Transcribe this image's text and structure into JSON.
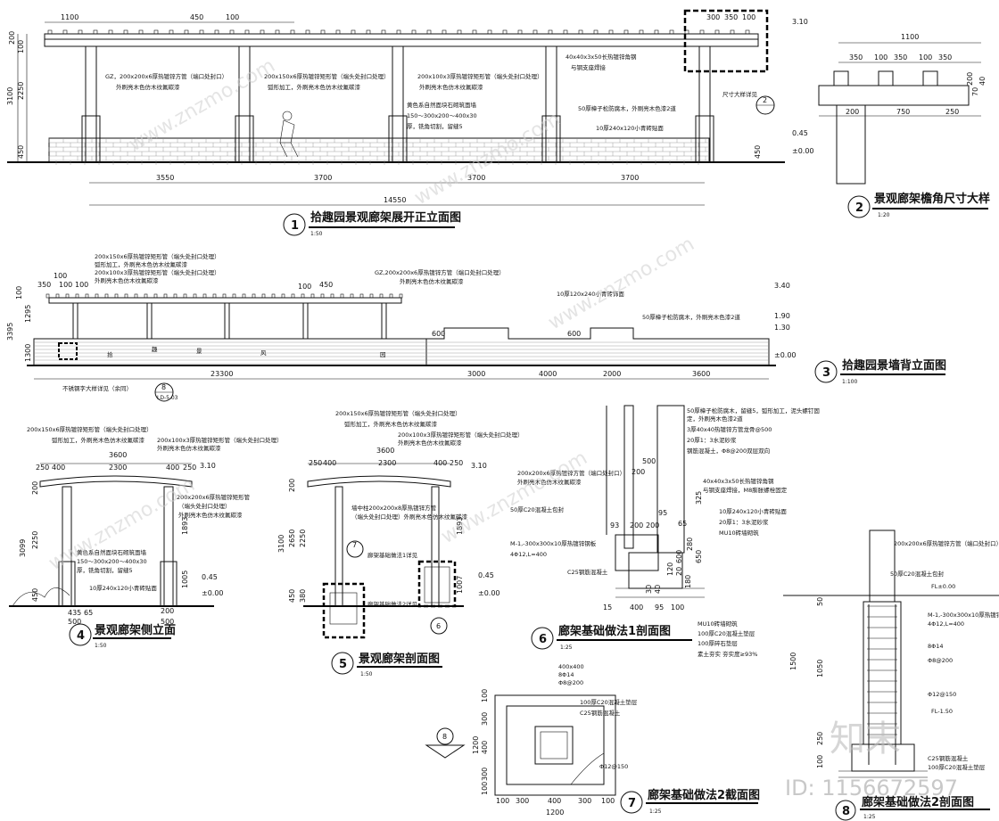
{
  "titles": [
    {
      "num": "1",
      "text": "拾趣园景观廊架展开正立面图",
      "scale": "1:50"
    },
    {
      "num": "2",
      "text": "景观廊架檐角尺寸大样",
      "scale": "1:20"
    },
    {
      "num": "3",
      "text": "拾趣园景墙背立面图",
      "scale": "1:100"
    },
    {
      "num": "4",
      "text": "景观廊架侧立面",
      "scale": "1:50"
    },
    {
      "num": "5",
      "text": "景观廊架剖面图",
      "scale": "1:50"
    },
    {
      "num": "6",
      "text": "廊架基础做法1剖面图",
      "scale": "1:25"
    },
    {
      "num": "7",
      "text": "廊架基础做法2截面图",
      "scale": "1:25"
    },
    {
      "num": "8",
      "text": "廊架基础做法2剖面图",
      "scale": "1:25"
    }
  ],
  "elev1": {
    "dims_bottom": [
      "3550",
      "3700",
      "3700",
      "3700",
      "14550"
    ],
    "dims_top": [
      "1100",
      "450",
      "100",
      "300",
      "350",
      "100"
    ],
    "dims_left": [
      "200",
      "100",
      "3100",
      "2250",
      "450"
    ],
    "levels": [
      "3.10",
      "0.45",
      "±0.00",
      "450"
    ],
    "notes": [
      "GZ，200x200x6厚热镀锌方管（端口处封口）",
      "外刷亮木色仿木纹氟碳漆",
      "200x150x6厚热镀锌矩形管（端头处封口处理）",
      "弧形加工，外刷亮木色仿木纹氟碳漆",
      "200x100x3厚热镀锌矩形管（端头处封口处理）",
      "外刷亮木色仿木纹氟碳漆",
      "40x40x3x50长热镀锌角钢",
      "与钢支座焊接",
      "尺寸大样详见",
      "黄色系自然面块石砌筑面墙",
      "150～300x200～400x30",
      "厚，铣角切割，留缝5",
      "50厚樟子松防腐木，外刷亮木色漆2道",
      "10厚240x120小青砖贴面"
    ],
    "callout": "2"
  },
  "detail2": {
    "dims": [
      "1100",
      "350",
      "100",
      "350",
      "100",
      "350",
      "200",
      "750",
      "250",
      "70",
      "200",
      "40"
    ]
  },
  "elev3": {
    "dims_bottom": [
      "23300",
      "3000",
      "4000",
      "2000",
      "3600"
    ],
    "dims_top": [
      "100",
      "350",
      "100",
      "100",
      "100",
      "450"
    ],
    "dims_left": [
      "100",
      "1295",
      "3395",
      "1300"
    ],
    "levels": [
      "3.40",
      "1.90",
      "1.30",
      "±0.00"
    ],
    "marks": [
      "600",
      "600"
    ],
    "notes": [
      "200x150x6厚热镀锌矩形管（端头处封口处理）",
      "弧形加工，外刷亮木色仿木纹氟碳漆",
      "200x100x3厚热镀锌矩形管（端头处封口处理）",
      "外刷亮木色仿木纹氟碳漆",
      "GZ,200x200x6厚热镀锌方管（端口处封口处理）",
      "外刷亮木色仿木纹氟碳漆",
      "10厚120x240小青砖饰面",
      "50厚樟子松防腐木，外刷亮木色漆2道",
      "不锈钢字大样详见（余同）"
    ],
    "callout_num": "8",
    "callout_ref": "LD-5.03",
    "wall_chars": [
      "拾",
      "趣",
      "风",
      "景",
      "园"
    ]
  },
  "side4": {
    "dims_top": [
      "3600",
      "250",
      "400",
      "2300",
      "400",
      "250"
    ],
    "dims_left": [
      "200",
      "3099",
      "2250",
      "450",
      "1893",
      "1005"
    ],
    "dims_bottom": [
      "435",
      "65",
      "500",
      "200",
      "500"
    ],
    "levels": [
      "3.10",
      "0.45",
      "±0.00"
    ],
    "notes": [
      "200x150x6厚热镀锌矩形管（端头处封口处理）",
      "弧形加工，外刷亮木色仿木纹氟碳漆",
      "200x100x3厚热镀锌矩形管（端头处封口处理）",
      "外刷亮木色仿木纹氟碳漆",
      "200x200x6厚热镀锌矩形管",
      "（端头处封口处理）",
      "外刷亮木色仿木纹氟碳漆",
      "黄色系自然面块石砌筑面墙",
      "150～300x200～400x30",
      "厚，铣角切割，留缝5",
      "10厚240x120小青砖贴面"
    ]
  },
  "sect5": {
    "dims_top": [
      "3600",
      "250",
      "400",
      "2300",
      "400",
      "250"
    ],
    "dims_left": [
      "200",
      "3100",
      "2650",
      "2250",
      "450",
      "380",
      "1893",
      "1007"
    ],
    "levels": [
      "3.10",
      "0.45",
      "±0.00"
    ],
    "notes": [
      "200x150x6厚热镀锌矩形管（端头处封口处理）",
      "弧形加工，外刷亮木色仿木纹氟碳漆",
      "200x100x3厚热镀锌矩形管（端头处封口处理）",
      "外刷亮木色仿木纹氟碳漆",
      "墙中柱200x200x8厚热镀锌方管",
      "（端头处封口处理）外刷亮木色仿木纹氟碳漆",
      "廊架基础做法1详见",
      "廊架基础做法2详见"
    ],
    "callouts": [
      "7",
      "6"
    ]
  },
  "sect6": {
    "notes": [
      "50厚樟子松防腐木，留缝5，弧形加工，泥头螺钉固",
      "定，外刷亮木色漆2道",
      "3厚40x40热镀锌方管龙骨@500",
      "20厚1：3水泥砂浆",
      "钢筋混凝土，Φ8@200双层双向",
      "200x200x6厚热镀锌方管（端口处封口）",
      "外刷亮木色仿木纹氟碳漆",
      "40x40x3x50长热镀锌角钢",
      "与钢支座焊接，M8膨胀螺栓固定",
      "10厚240x120小青砖贴面",
      "20厚1：3水泥砂浆",
      "MU10砖墙砌筑",
      "50厚C20混凝土包封",
      "M-1,-300x300x10厚热镀锌钢板",
      "4Φ12,L=400",
      "C25钢筋混凝土",
      "MU10砖墙砌筑",
      "100厚C20混凝土垫层",
      "100厚碎石垫层",
      "素土夯实  夯实度≥93%"
    ],
    "dims": [
      "500",
      "200",
      "93",
      "200",
      "200",
      "15",
      "400",
      "95",
      "100",
      "65",
      "95",
      "280",
      "120",
      "20",
      "600",
      "325",
      "650",
      "180",
      "40",
      "30"
    ]
  },
  "sect7": {
    "notes": [
      "400x400",
      "8Φ14",
      "Φ8@200",
      "100厚C20混凝土垫层",
      "C25钢筋混凝土",
      "Φ12@150"
    ],
    "dims_left": [
      "100",
      "300",
      "1200",
      "400",
      "300",
      "100"
    ],
    "dims_bottom": [
      "100",
      "300",
      "400",
      "300",
      "100",
      "1200"
    ],
    "callout": "8"
  },
  "sect8": {
    "notes": [
      "200x200x6厚热镀锌方管（端口处封口）",
      "50厚C20混凝土包封",
      "FL±0.00",
      "M-1,-300x300x10厚热镀锌钢板",
      "4Φ12,L=400",
      "8Φ14",
      "Φ8@200",
      "Φ12@150",
      "FL-1.50",
      "C25钢筋混凝土",
      "100厚C20混凝土垫层"
    ],
    "dims_left": [
      "1500",
      "50",
      "1050",
      "250",
      "100"
    ]
  },
  "watermark": {
    "site": "www.znzmo.com",
    "brand": "知末",
    "id": "ID: 1156672597"
  }
}
